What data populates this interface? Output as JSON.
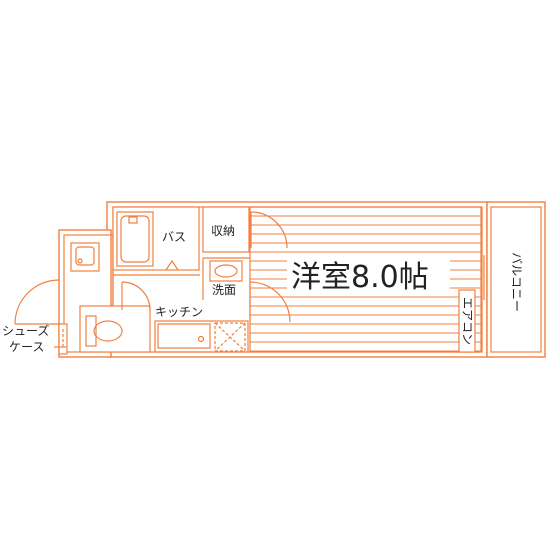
{
  "rooms": {
    "western_room": "洋室8.0帖",
    "bath": "バス",
    "storage": "収納",
    "washroom": "洗面",
    "kitchen": "キッチン",
    "shoes_case_line1": "シューズ",
    "shoes_case_line2": "ケース",
    "balcony": "バルコニー",
    "air_conditioner": "エアコン"
  },
  "colors": {
    "line": "#f08040",
    "text": "#222222"
  }
}
